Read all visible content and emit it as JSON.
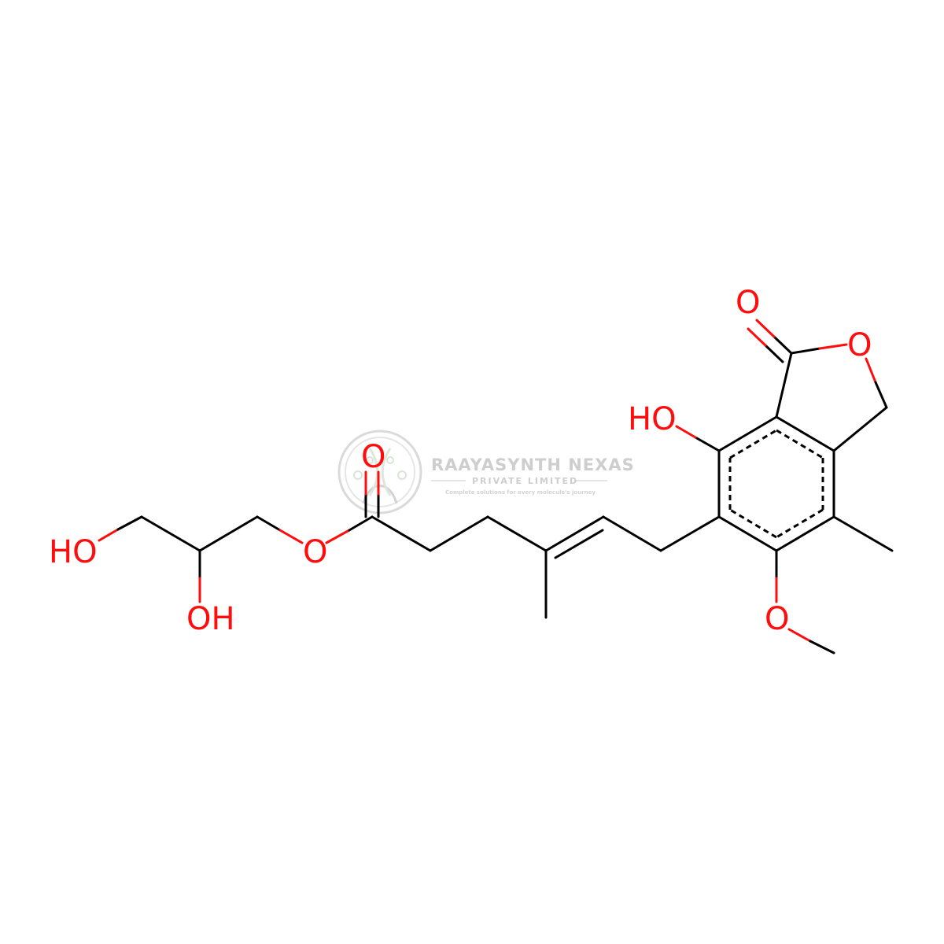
{
  "molecule": {
    "atoms": {
      "o_carbonyl_top": "O",
      "o_ring": "O",
      "o_hydroxy_phenol": "HO",
      "o_ester_carbonyl": "O",
      "o_ester": "O",
      "o_hydroxy_terminal": "HO",
      "o_hydroxy_secondary": "OH",
      "o_methoxy": "O"
    }
  },
  "watermark": {
    "company": "RAAYASYNTH NEXAS",
    "subtitle": "PRIVATE LIMITED",
    "tagline": "Complete solutions for every molecule's journey"
  },
  "colors": {
    "bond": "#000000",
    "heteroatom_oxygen": "#ff0d0d",
    "watermark": "#c9c9c9",
    "background": "#ffffff"
  }
}
